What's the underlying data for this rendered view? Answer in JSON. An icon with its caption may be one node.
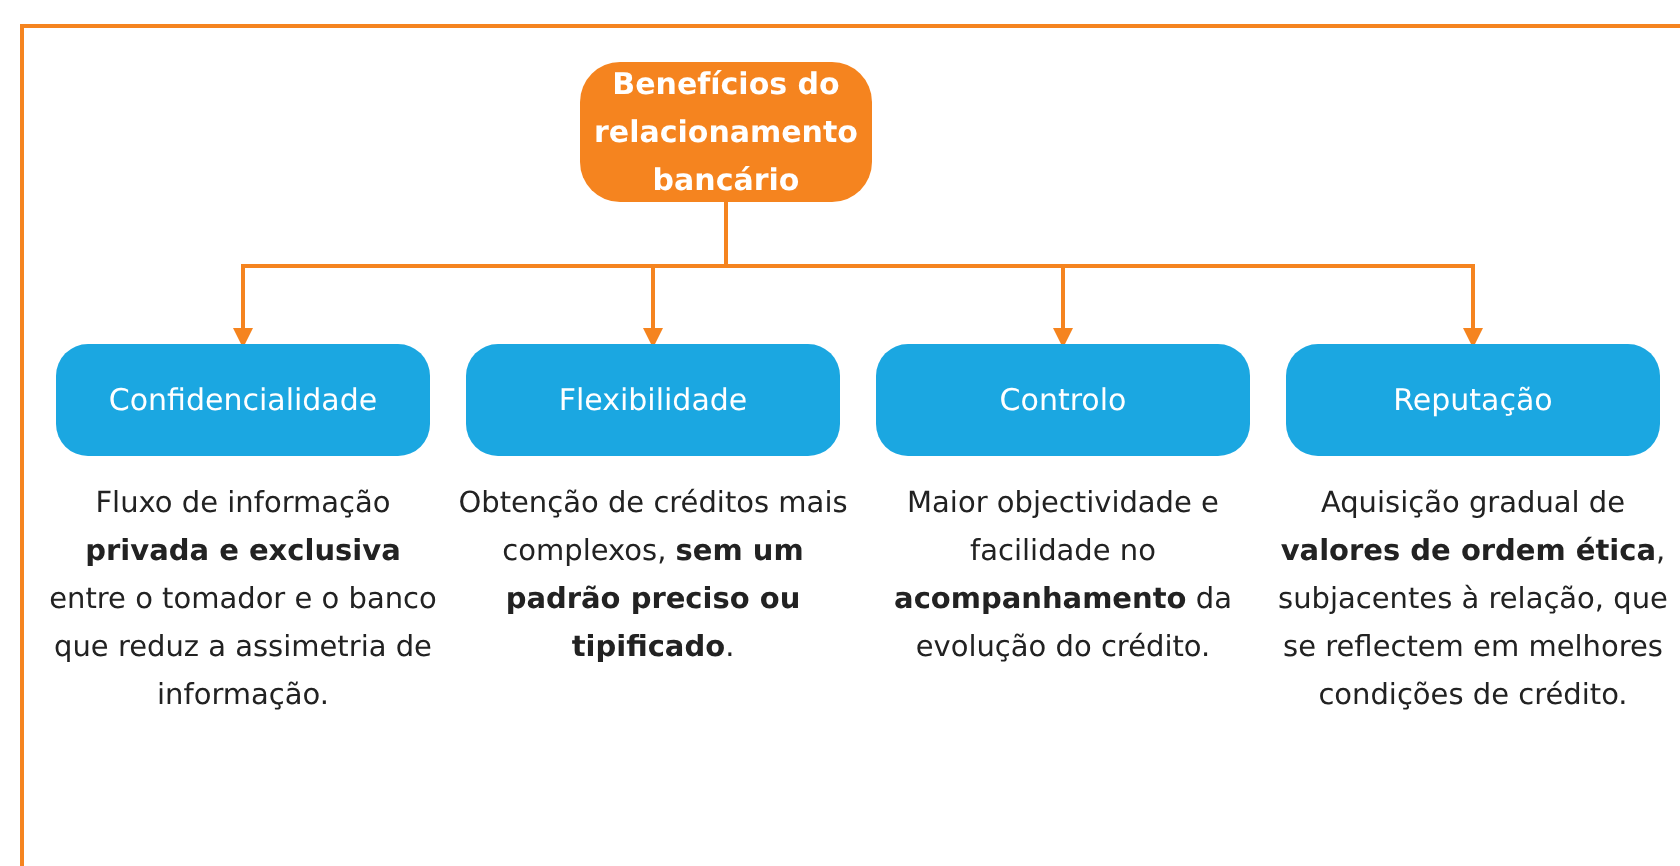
{
  "diagram": {
    "nodes": [
      {
        "text": [
          "Benefícios do relacionamento bancário"
        ]
      },
      {
        "text": [
          "Confidencialidade"
        ],
        "beside": [
          "Fluxo de informação **privada e exclusiva** entre o tomador e o banco que reduz a assimetria de informação."
        ]
      },
      {
        "text": [
          "Flexibilidade"
        ],
        "beside": [
          "Obtenção de créditos mais complexos, **sem um padrão preciso ou tipificado**."
        ]
      },
      {
        "text": [
          "Controlo"
        ],
        "beside": [
          "Maior objectividade e facilidade no **acompanhamento** da evolução do crédito."
        ]
      },
      {
        "text": [
          "Reputação"
        ],
        "beside": [
          "Aquisição gradual de **valores de ordem ética**, subjacentes à relação, que se reflectem em melhores condições de crédito."
        ]
      }
    ],
    "edges": [
      {
        "from": 0,
        "to": 1,
        "arrow": "to"
      },
      {
        "from": 0,
        "to": 2,
        "arrow": "to"
      },
      {
        "from": 0,
        "to": 3,
        "arrow": "to"
      },
      {
        "from": 0,
        "to": 4,
        "arrow": "to"
      }
    ]
  }
}
